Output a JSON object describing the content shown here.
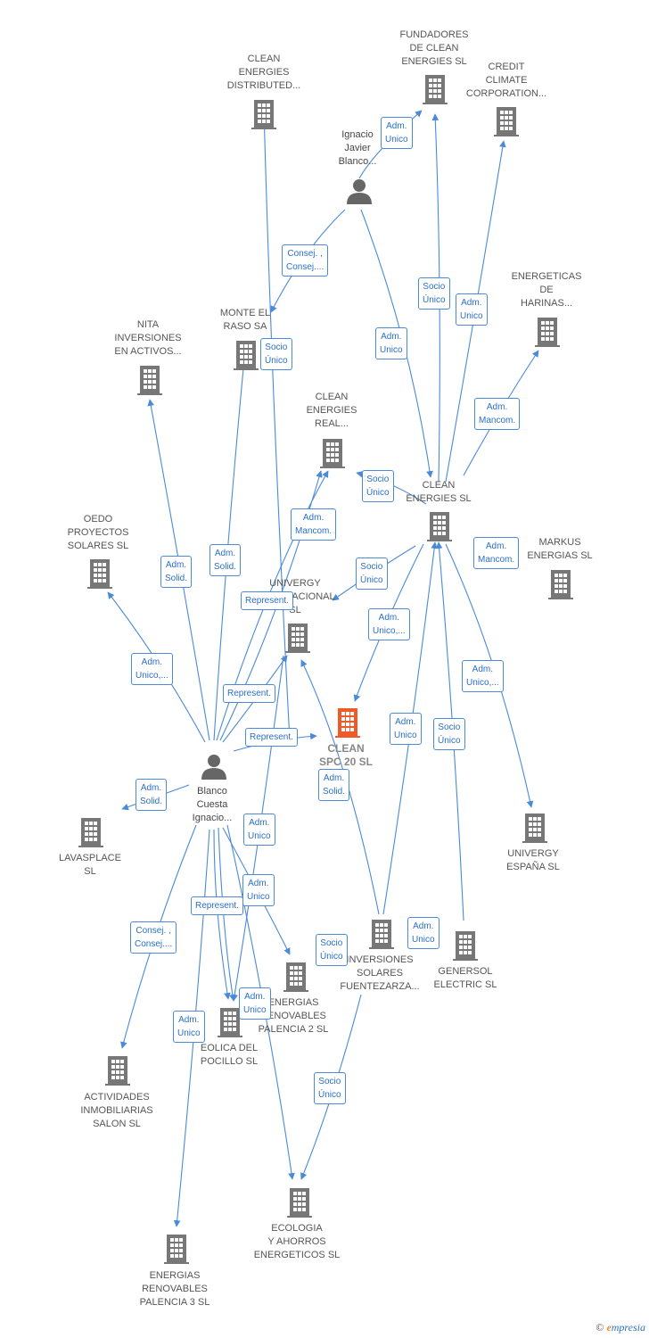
{
  "colors": {
    "edge": "#4a8ad8",
    "building": "#777777",
    "highlight": "#f05a28",
    "person": "#666666"
  },
  "nodes": {
    "clean_energies_distributed": {
      "label": "CLEAN\nENERGIES\nDISTRIBUTED..."
    },
    "fundadores": {
      "label": "FUNDADORES\nDE CLEAN\nENERGIES SL"
    },
    "credit_climate": {
      "label": "CREDIT\nCLIMATE\nCORPORATION..."
    },
    "ignacio_blanco": {
      "label": "Ignacio\nJavier\nBlanco..."
    },
    "energeticas_harinas": {
      "label": "ENERGETICAS\nDE\nHARINAS..."
    },
    "nita": {
      "label": "NITA\nINVERSIONES\nEN ACTIVOS..."
    },
    "monte_el_raso": {
      "label": "MONTE EL\nRASO SA"
    },
    "clean_energies_real": {
      "label": "CLEAN\nENERGIES\nREAL..."
    },
    "clean_energies_sl": {
      "label": "CLEAN\nENERGIES SL"
    },
    "oedo": {
      "label": "OEDO\nPROYECTOS\nSOLARES SL"
    },
    "markus": {
      "label": "MARKUS\nENERGIAS SL"
    },
    "univergy_internacional": {
      "label": "UNIVERGY\nINTERNACIONAL\nSL"
    },
    "clean_spc": {
      "label": "CLEAN\nSPC 20 SL"
    },
    "blanco_cuesta": {
      "label": "Blanco\nCuesta\nIgnacio..."
    },
    "lavasplace": {
      "label": "LAVASPLACE\nSL"
    },
    "univergy_espana": {
      "label": "UNIVERGY\nESPAÑA SL"
    },
    "inversiones_fuentezarza": {
      "label": "INVERSIONES\nSOLARES\nFUENTEZARZA..."
    },
    "genersol": {
      "label": "GENERSOL\nELECTRIC SL"
    },
    "energias_palencia2": {
      "label": "ENERGIAS\nRENOVABLES\nPALENCIA 2 SL"
    },
    "eolica_pocillo": {
      "label": "EOLICA DEL\nPOCILLO SL"
    },
    "actividades_salon": {
      "label": "ACTIVIDADES\nINMOBILIARIAS\nSALON SL"
    },
    "ecologia_ahorros": {
      "label": "ECOLOGIA\nY AHORROS\nENERGETICOS SL"
    },
    "energias_palencia3": {
      "label": "ENERGIAS\nRENOVABLES\nPALENCIA 3 SL"
    }
  },
  "edge_labels": [
    {
      "id": "fund-1",
      "text": "Adm.\nUnico"
    },
    {
      "id": "ign-1",
      "text": "Consej. ,\nConsej...."
    },
    {
      "id": "monte-1",
      "text": "Socio\nÚnico"
    },
    {
      "id": "ign-2",
      "text": "Adm.\nUnico"
    },
    {
      "id": "fund-2",
      "text": "Socio\nÚnico"
    },
    {
      "id": "credit-1",
      "text": "Adm.\nUnico"
    },
    {
      "id": "harinas-1",
      "text": "Adm.\nMancom."
    },
    {
      "id": "real-1",
      "text": "Socio\nÚnico"
    },
    {
      "id": "real-2",
      "text": "Adm.\nMancom."
    },
    {
      "id": "univ-1",
      "text": "Socio\nÚnico"
    },
    {
      "id": "markus-1",
      "text": "Adm.\nMancom."
    },
    {
      "id": "nita-1",
      "text": "Adm.\nSolid."
    },
    {
      "id": "monte-2",
      "text": "Adm.\nSolid."
    },
    {
      "id": "univ-2",
      "text": "Represent."
    },
    {
      "id": "spc-1",
      "text": "Adm.\nUnico,..."
    },
    {
      "id": "oedo-1",
      "text": "Adm.\nUnico,..."
    },
    {
      "id": "univ-3",
      "text": "Represent."
    },
    {
      "id": "espana-1",
      "text": "Adm.\nUnico,..."
    },
    {
      "id": "fuent-1",
      "text": "Adm.\nUnico"
    },
    {
      "id": "gener-1",
      "text": "Socio\nÚnico"
    },
    {
      "id": "spc-2",
      "text": "Represent."
    },
    {
      "id": "spc-3",
      "text": "Adm.\nSolid."
    },
    {
      "id": "lava-1",
      "text": "Adm.\nSolid."
    },
    {
      "id": "eol-1",
      "text": "Adm.\nUnico"
    },
    {
      "id": "pal2-1",
      "text": "Adm.\nUnico"
    },
    {
      "id": "eol-2",
      "text": "Represent."
    },
    {
      "id": "act-1",
      "text": "Consej. ,\nConsej...."
    },
    {
      "id": "gener-2",
      "text": "Adm.\nUnico"
    },
    {
      "id": "fuent-2",
      "text": "Socio\nÚnico"
    },
    {
      "id": "eol-3",
      "text": "Adm.\nUnico"
    },
    {
      "id": "pal3-1",
      "text": "Adm.\nUnico"
    },
    {
      "id": "eco-1",
      "text": "Socio\nÚnico"
    }
  ],
  "footer": {
    "copyright": "©",
    "brand_first": "e",
    "brand_rest": "mpresia"
  }
}
